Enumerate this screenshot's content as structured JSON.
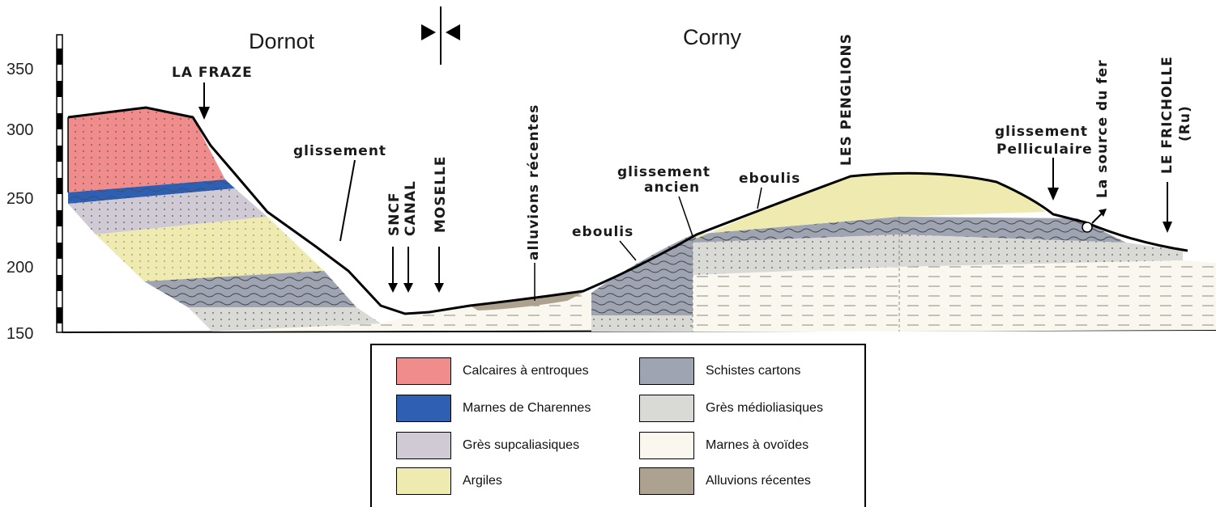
{
  "y_axis": {
    "ticks": [
      "350",
      "300",
      "250",
      "200",
      "150"
    ]
  },
  "places": {
    "dornot": "Dornot",
    "corny": "Corny"
  },
  "annotations": {
    "la_fraze": "LA FRAZE",
    "glissement": "glissement",
    "sncf": "SNCF",
    "canal": "CANAL",
    "moselle": "MOSELLE",
    "alluvions": "alluvions récentes",
    "eboulis_left": "eboulis",
    "glissement_ancien_1": "glissement",
    "glissement_ancien_2": "ancien",
    "eboulis_right": "eboulis",
    "penglions": "LES PENGLIONS",
    "glissement_pell_1": "glissement",
    "glissement_pell_2": "Pelliculaire",
    "source": "La source du fer",
    "fricholle_1": "LE FRICHOLLE",
    "fricholle_2": "(Ru)"
  },
  "legend": [
    {
      "label": "Calcaires à entroques",
      "color": "#f08c8c"
    },
    {
      "label": "Marnes de Charennes",
      "color": "#2f5fb3"
    },
    {
      "label": "Grès supcaliasiques",
      "color": "#cfcad3"
    },
    {
      "label": "Argiles",
      "color": "#eeeab0"
    },
    {
      "label": "Schistes cartons",
      "color": "#9fa4b2"
    },
    {
      "label": "Grès médioliasiques",
      "color": "#d9d9d5"
    },
    {
      "label": "Marnes à ovoïdes",
      "color": "#faf7ef"
    },
    {
      "label": "Alluvions récentes",
      "color": "#ada290"
    }
  ]
}
